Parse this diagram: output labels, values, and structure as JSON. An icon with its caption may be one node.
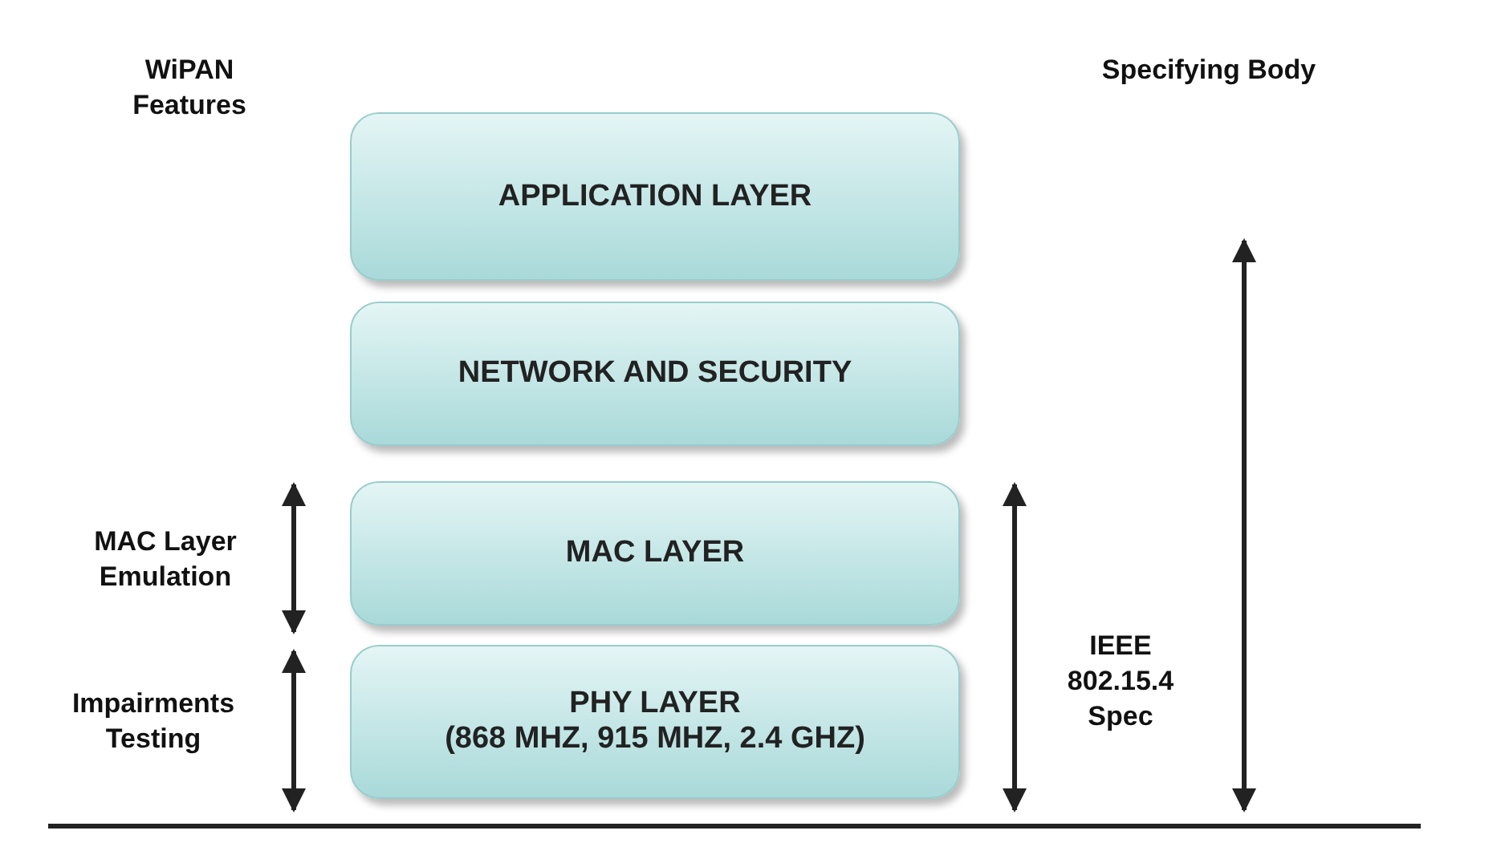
{
  "diagram": {
    "nodes": [
      {
        "text": [
          "APPLICATION LAYER"
        ]
      },
      {
        "text": [
          "NETWORK AND SECURITY"
        ]
      },
      {
        "text": [
          "MAC LAYER"
        ]
      },
      {
        "text": [
          "PHY LAYER",
          "(868 MHZ, 915 MHZ, 2.4 GHZ)"
        ]
      }
    ],
    "edges": [],
    "labels": [
      "WiPAN Features",
      "Specifying Body",
      "MAC Layer Emulation",
      "Impairments Testing",
      "IEEE 802.15.4 Spec"
    ]
  }
}
